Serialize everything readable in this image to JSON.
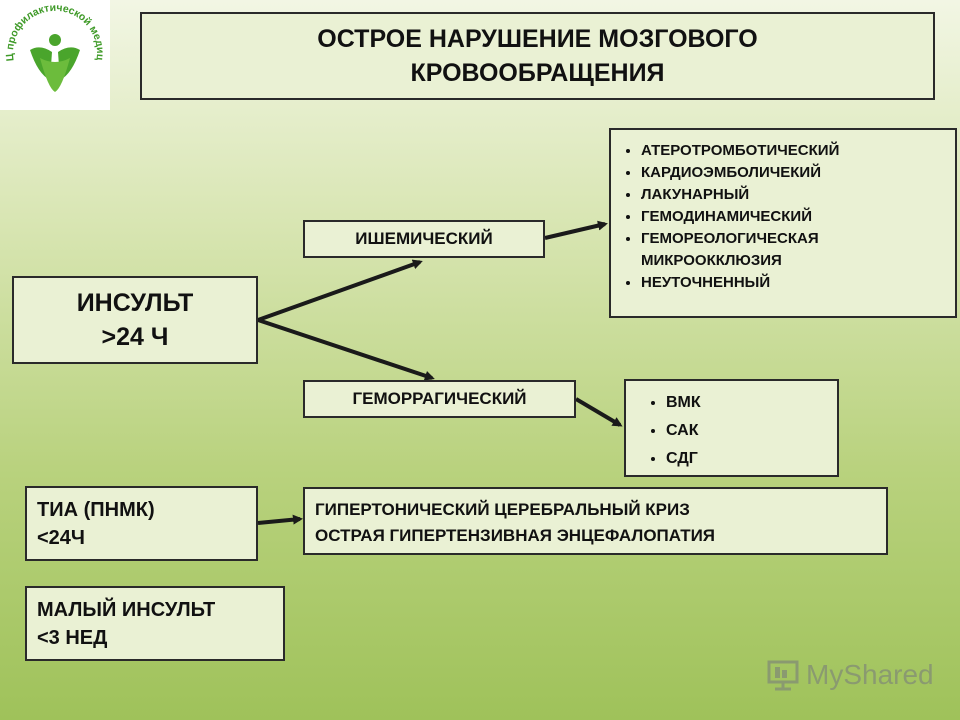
{
  "logo": {
    "arc_text": "ГНИЦ профилактической медицины",
    "green": "#4aa52c"
  },
  "title": {
    "line1": "ОСТРОЕ НАРУШЕНИЕ МОЗГОВОГО",
    "line2": "КРОВООБРАЩЕНИЯ"
  },
  "stroke": {
    "line1": "ИНСУЛЬТ",
    "line2": ">24 Ч"
  },
  "ischemic": {
    "label": "ИШЕМИЧЕСКИЙ",
    "subtypes": [
      "АТЕРОТРОМБОТИЧЕСКИЙ",
      "КАРДИОЭМБОЛИЧЕКИЙ",
      "ЛАКУНАРНЫЙ",
      "ГЕМОДИНАМИЧЕСКИЙ",
      "ГЕМОРЕОЛОГИЧЕСКАЯ МИКРООККЛЮЗИЯ",
      "НЕУТОЧНЕННЫЙ"
    ]
  },
  "hemorrhagic": {
    "label": "ГЕМОРРАГИЧЕСКИЙ",
    "subtypes": [
      "ВМК",
      "САК",
      "СДГ"
    ]
  },
  "tia": {
    "line1": "ТИА (ПНМК)",
    "line2": "<24Ч"
  },
  "crisis": {
    "line1": "ГИПЕРТОНИЧЕСКИЙ ЦЕРЕБРАЛЬНЫЙ КРИЗ",
    "line2": "ОСТРАЯ ГИПЕРТЕНЗИВНАЯ ЭНЦЕФАЛОПАТИЯ"
  },
  "minor_stroke": {
    "line1": "МАЛЫЙ ИНСУЛЬТ",
    "line2": "<3 НЕД"
  },
  "watermark": {
    "brand": "MyShared"
  },
  "colors": {
    "box_fill": "#eaf1d4",
    "border": "#2a2a2a",
    "arrow": "#1a1a1a"
  }
}
